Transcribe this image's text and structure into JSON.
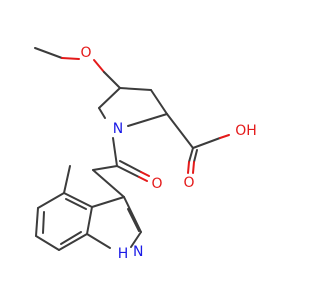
{
  "colors": {
    "background": "#ffffff",
    "bond": "#3c3c3c",
    "oxygen": "#e41a1a",
    "nitrogen": "#1a1ae6"
  },
  "labels": {
    "methoxy_oxygen": "O",
    "ring_nitrogen": "N",
    "carbonyl_oxygen": "O",
    "acid_oxygen": "O",
    "acid_hydroxyl": "OH",
    "indole_nh": "H"
  }
}
